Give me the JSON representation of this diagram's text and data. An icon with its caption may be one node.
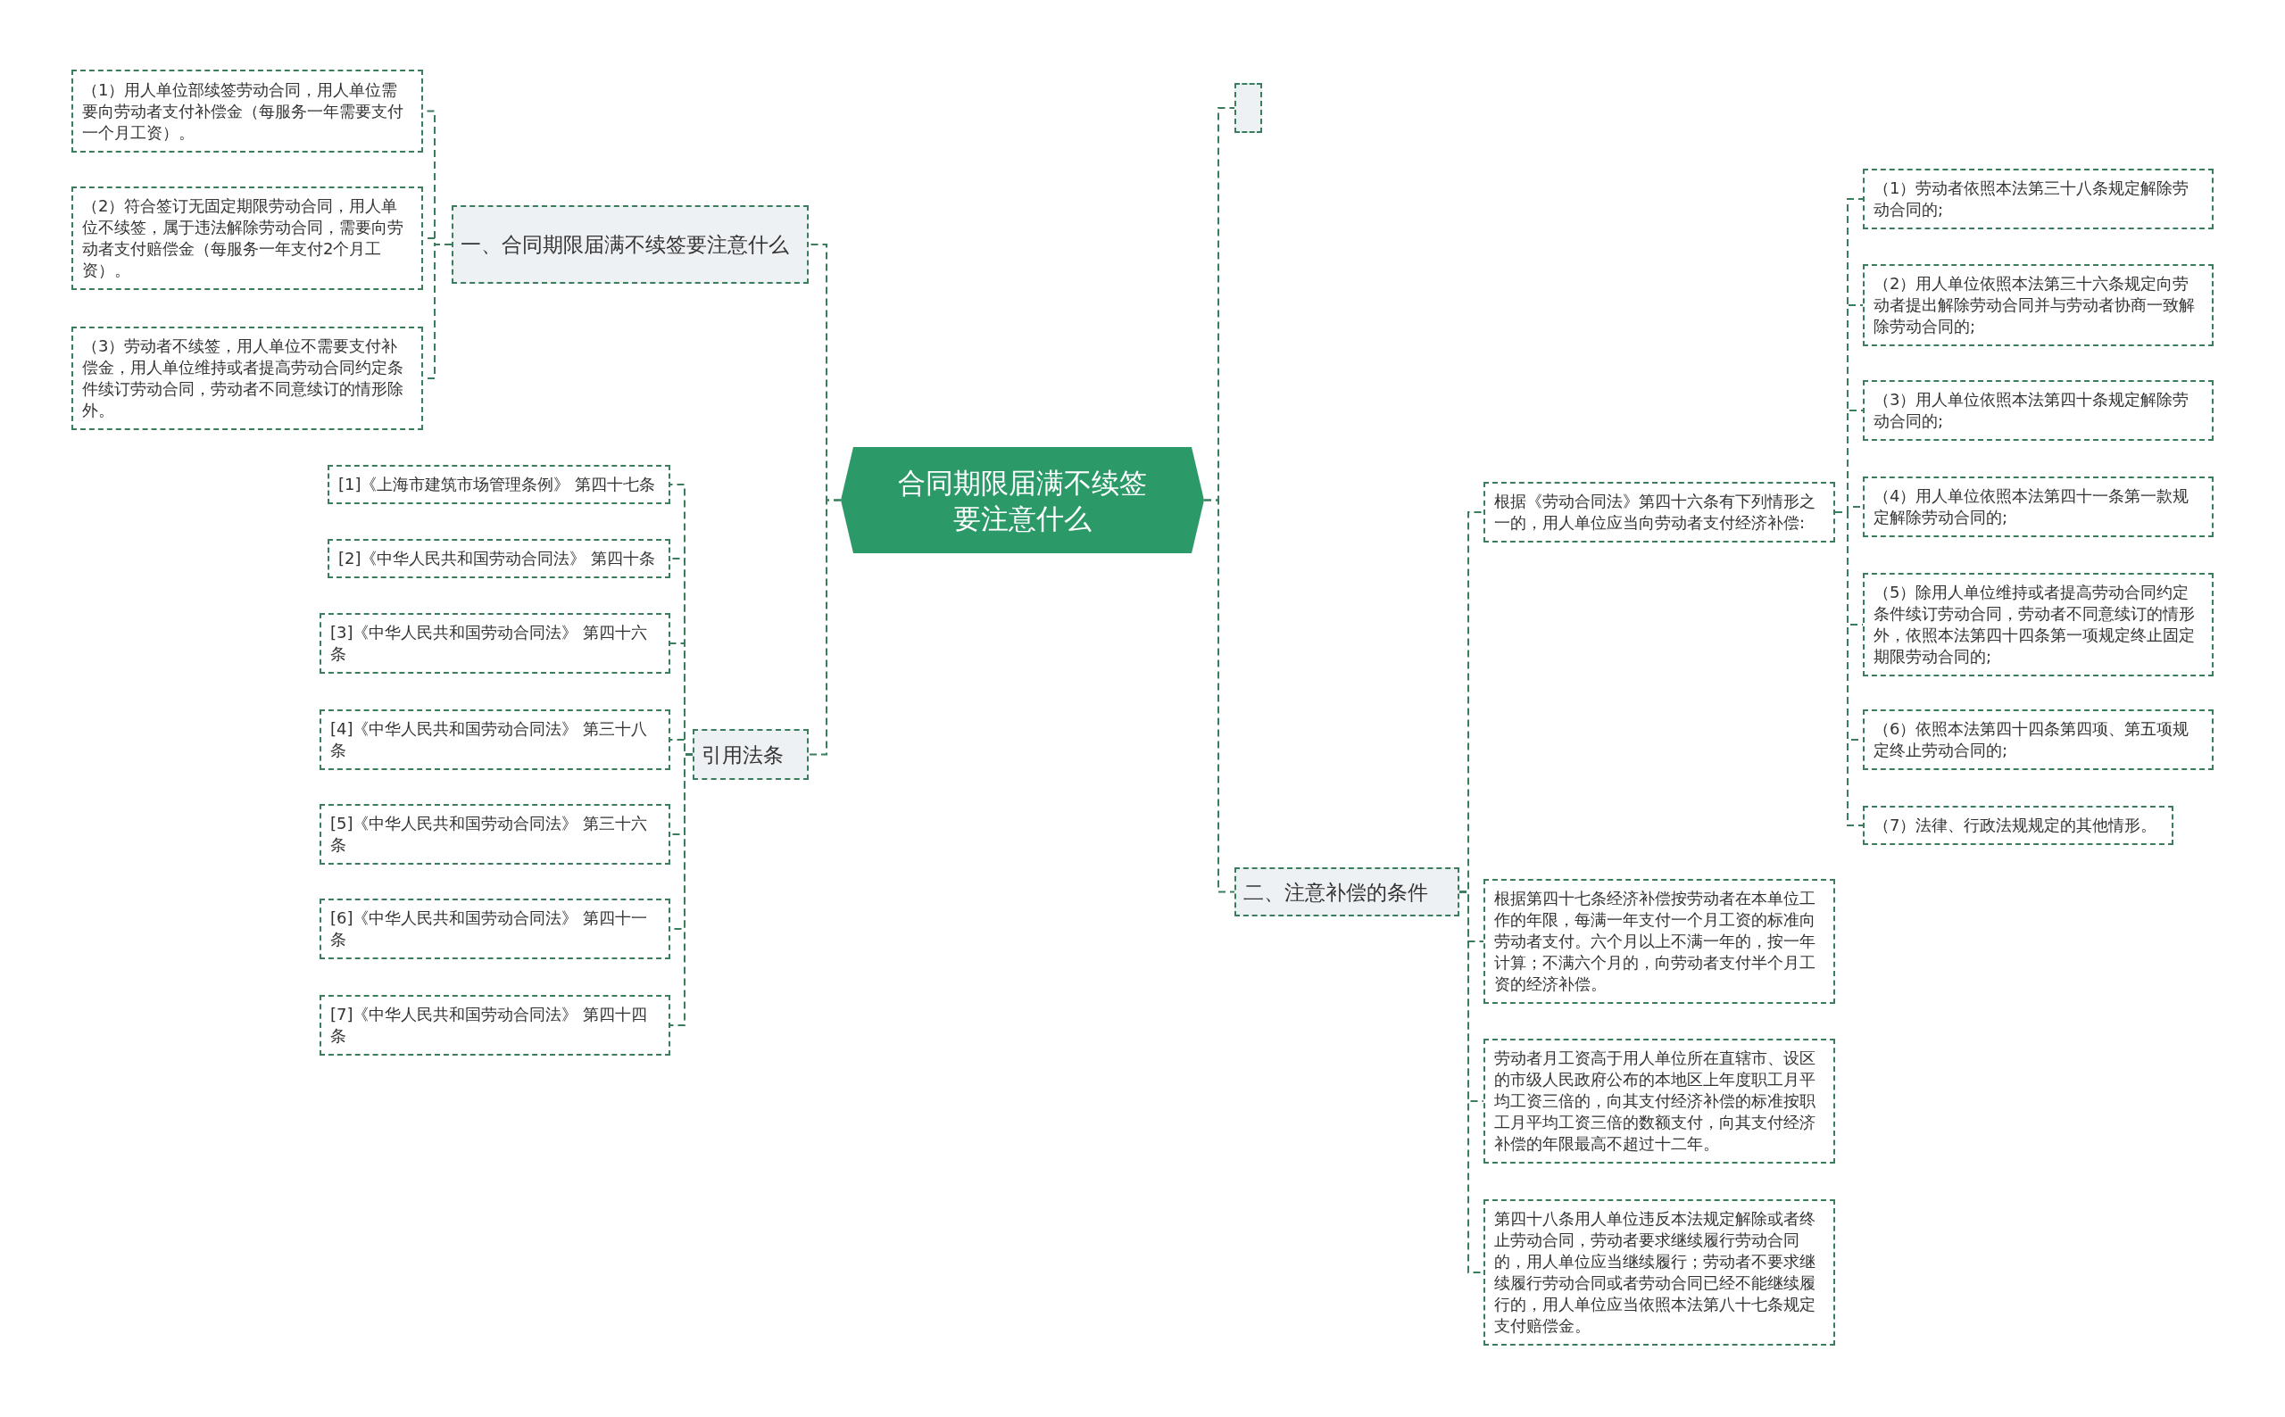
{
  "diagram": {
    "nodes": [
      {
        "text": [
          "合同期限届满不续签要注意什么"
        ]
      },
      {
        "text": [
          "一、合同期限届满不续签要注意什么"
        ]
      },
      {
        "text": [
          "（1）用人单位部续签劳动合同，用人单位需要向劳动者支付补偿金（每服务一年需要支付一个月工资）。"
        ]
      },
      {
        "text": [
          "（2）符合签订无固定期限劳动合同，用人单位不续签，属于违法解除劳动合同，需要向劳动者支付赔偿金（每服务一年支付2个月工资）。"
        ]
      },
      {
        "text": [
          "（3）劳动者不续签，用人单位不需要支付补偿金，用人单位维持或者提高劳动合同约定条件续订劳动合同，劳动者不同意续订的情形除外。"
        ]
      },
      {
        "text": [
          "引用法条"
        ]
      },
      {
        "text": [
          "[1]《上海市建筑市场管理条例》 第四十七条"
        ]
      },
      {
        "text": [
          "[2]《中华人民共和国劳动合同法》 第四十条"
        ]
      },
      {
        "text": [
          "[3]《中华人民共和国劳动合同法》 第四十六条"
        ]
      },
      {
        "text": [
          "[4]《中华人民共和国劳动合同法》 第三十八条"
        ]
      },
      {
        "text": [
          "[5]《中华人民共和国劳动合同法》 第三十六条"
        ]
      },
      {
        "text": [
          "[6]《中华人民共和国劳动合同法》 第四十一条"
        ]
      },
      {
        "text": [
          "[7]《中华人民共和国劳动合同法》 第四十四条"
        ]
      },
      {
        "text": [],
        "shape": "box"
      },
      {
        "text": [
          "二、注意补偿的条件"
        ]
      },
      {
        "text": [
          "根据《劳动合同法》第四十六条有下列情形之一的，用人单位应当向劳动者支付经济补偿:"
        ]
      },
      {
        "text": [
          "（1）劳动者依照本法第三十八条规定解除劳动合同的;"
        ]
      },
      {
        "text": [
          "（2）用人单位依照本法第三十六条规定向劳动者提出解除劳动合同并与劳动者协商一致解除劳动合同的;"
        ]
      },
      {
        "text": [
          "（3）用人单位依照本法第四十条规定解除劳动合同的;"
        ]
      },
      {
        "text": [
          "（4）用人单位依照本法第四十一条第一款规定解除劳动合同的;"
        ]
      },
      {
        "text": [
          "（5）除用人单位维持或者提高劳动合同约定条件续订劳动合同，劳动者不同意续订的情形外，依照本法第四十四条第一项规定终止固定期限劳动合同的;"
        ]
      },
      {
        "text": [
          "（6）依照本法第四十四条第四项、第五项规定终止劳动合同的;"
        ]
      },
      {
        "text": [
          "（7）法律、行政法规规定的其他情形。"
        ]
      },
      {
        "text": [
          "根据第四十七条经济补偿按劳动者在本单位工作的年限，每满一年支付一个月工资的标准向劳动者支付。六个月以上不满一年的，按一年计算；不满六个月的，向劳动者支付半个月工资的经济补偿。"
        ]
      },
      {
        "text": [
          "劳动者月工资高于用人单位所在直辖市、设区的市级人民政府公布的本地区上年度职工月平均工资三倍的，向其支付经济补偿的标准按职工月平均工资三倍的数额支付，向其支付经济补偿的年限最高不超过十二年。"
        ]
      },
      {
        "text": [
          "第四十八条用人单位违反本法规定解除或者终止劳动合同，劳动者要求继续履行劳动合同的，用人单位应当继续履行；劳动者不要求继续履行劳动合同或者劳动合同已经不能继续履行的，用人单位应当依照本法第八十七条规定支付赔偿金。"
        ]
      }
    ],
    "edges": [
      {
        "from": 0,
        "to": 1,
        "arrow": "none"
      },
      {
        "from": 1,
        "to": 2,
        "arrow": "none"
      },
      {
        "from": 1,
        "to": 3,
        "arrow": "none"
      },
      {
        "from": 1,
        "to": 4,
        "arrow": "none"
      },
      {
        "from": 0,
        "to": 5,
        "arrow": "none"
      },
      {
        "from": 5,
        "to": 6,
        "arrow": "none"
      },
      {
        "from": 5,
        "to": 7,
        "arrow": "none"
      },
      {
        "from": 5,
        "to": 8,
        "arrow": "none"
      },
      {
        "from": 5,
        "to": 9,
        "arrow": "none"
      },
      {
        "from": 5,
        "to": 10,
        "arrow": "none"
      },
      {
        "from": 5,
        "to": 11,
        "arrow": "none"
      },
      {
        "from": 5,
        "to": 12,
        "arrow": "none"
      },
      {
        "from": 0,
        "to": 13,
        "arrow": "none"
      },
      {
        "from": 0,
        "to": 14,
        "arrow": "none"
      },
      {
        "from": 14,
        "to": 15,
        "arrow": "none"
      },
      {
        "from": 15,
        "to": 16,
        "arrow": "none"
      },
      {
        "from": 15,
        "to": 17,
        "arrow": "none"
      },
      {
        "from": 15,
        "to": 18,
        "arrow": "none"
      },
      {
        "from": 15,
        "to": 19,
        "arrow": "none"
      },
      {
        "from": 15,
        "to": 20,
        "arrow": "none"
      },
      {
        "from": 15,
        "to": 21,
        "arrow": "none"
      },
      {
        "from": 15,
        "to": 22,
        "arrow": "none"
      },
      {
        "from": 14,
        "to": 23,
        "arrow": "none"
      },
      {
        "from": 14,
        "to": 24,
        "arrow": "none"
      },
      {
        "from": 14,
        "to": 25,
        "arrow": "none"
      }
    ]
  }
}
